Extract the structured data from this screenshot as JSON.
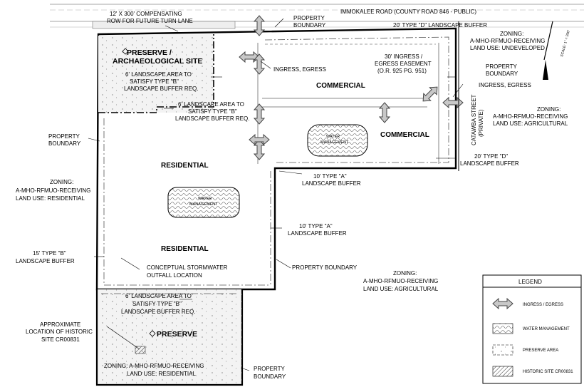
{
  "road": {
    "name": "IMMOKALEE ROAD (COUNTY ROAD 846 - PUBLIC)"
  },
  "labels": {
    "compensating_row_1": "12' X 300' COMPENSATING",
    "compensating_row_2": "ROW FOR FUTURE TURN LANE",
    "property_boundary_top_1": "PROPERTY",
    "property_boundary_top_2": "BOUNDARY",
    "type_d_top": "20' TYPE \"D\" LANDSCAPE BUFFER",
    "zoning_ne_1": "ZONING:",
    "zoning_ne_2": "A-MHO-RFMUO-RECEIVING",
    "zoning_ne_3": "LAND USE: UNDEVELOPED",
    "scale": "SCALE: 1\" = 200'",
    "preserve_arch_1": "PRESERVE /",
    "preserve_arch_2": "ARCHAEOLOGICAL SITE",
    "ingress_egress_n": "INGRESS, EGRESS",
    "easement_1": "30' INGRESS /",
    "easement_2": "EGRESS EASEMENT",
    "easement_3": "(O.R. 925 PG. 951)",
    "property_boundary_e_1": "PROPERTY",
    "property_boundary_e_2": "BOUNDARY",
    "ingress_egress_e": "INGRESS, EGRESS",
    "landscape_6_a_1": "6' LANDSCAPE AREA TO",
    "landscape_6_a_2": "SATISFY TYPE \"B\"",
    "landscape_6_a_3": "LANDSCAPE BUFFER REQ.",
    "commercial_1": "COMMERCIAL",
    "landscape_6_b_1": "6' LANDSCAPE AREA TO",
    "landscape_6_b_2": "SATISFY TYPE \"B\"",
    "landscape_6_b_3": "LANDSCAPE BUFFER REQ.",
    "zoning_e_1": "ZONING:",
    "zoning_e_2": "A-MHO-RFMUO-RECEIVING",
    "zoning_e_3": "LAND USE: AGRICULTURAL",
    "catawba_1": "CATAWBA STREET",
    "catawba_2": "(PRIVATE)",
    "property_boundary_w_1": "PROPERTY",
    "property_boundary_w_2": "BOUNDARY",
    "water_mgmt_1_a": "WATER",
    "water_mgmt_1_b": "MANAGEMENT",
    "commercial_2": "COMMERCIAL",
    "type_d_e_1": "20' TYPE \"D\"",
    "type_d_e_2": "LANDSCAPE BUFFER",
    "residential_1": "RESIDENTIAL",
    "type_a_top_1": "10' TYPE \"A\"",
    "type_a_top_2": "LANDSCAPE BUFFER",
    "zoning_w_1": "ZONING:",
    "zoning_w_2": "A-MHO-RFMUO-RECEIVING",
    "zoning_w_3": "LAND USE: RESIDENTIAL",
    "water_mgmt_2_a": "WATER",
    "water_mgmt_2_b": "MANAGEMENT",
    "type_a_mid_1": "10' TYPE \"A\"",
    "type_a_mid_2": "LANDSCAPE BUFFER",
    "residential_2": "RESIDENTIAL",
    "type_b_15_1": "15' TYPE \"B\"",
    "type_b_15_2": "LANDSCAPE BUFFER",
    "stormwater_1": "CONCEPTUAL STORMWATER",
    "stormwater_2": "OUTFALL LOCATION",
    "property_boundary_mid": "PROPERTY BOUNDARY",
    "zoning_se_1": "ZONING:",
    "zoning_se_2": "A-MHO-RFMUO-RECEIVING",
    "zoning_se_3": "LAND USE: AGRICULTURAL",
    "landscape_6_c_1": "6' LANDSCAPE AREA TO",
    "landscape_6_c_2": "SATISFY TYPE \"B\"",
    "landscape_6_c_3": "LANDSCAPE BUFFER REQ.",
    "historic_1": "APPROXIMATE",
    "historic_2": "LOCATION OF HISTORIC",
    "historic_3": "SITE CR00831",
    "preserve_s": "PRESERVE",
    "zoning_s_1": "ZONING: A-MHO-RFMUO-RECEIVING",
    "zoning_s_2": "LAND USE: RESIDENTIAL",
    "property_boundary_s_1": "PROPERTY",
    "property_boundary_s_2": "BOUNDARY"
  },
  "legend": {
    "title": "LEGEND",
    "items": [
      {
        "label": "INGRESS / EGRESS",
        "icon": "double-arrow-icon"
      },
      {
        "label": "WATER MANAGEMENT",
        "icon": "wave-pattern-icon"
      },
      {
        "label": "PRESERVE AREA",
        "icon": "dot-pattern-icon"
      },
      {
        "label": "HISTORIC SITE CR00831",
        "icon": "hatch-pattern-icon"
      }
    ]
  },
  "colors": {
    "arrow_fill": "#c8c8c8",
    "line": "#000000",
    "preserve_fill": "#f3f3f3"
  }
}
